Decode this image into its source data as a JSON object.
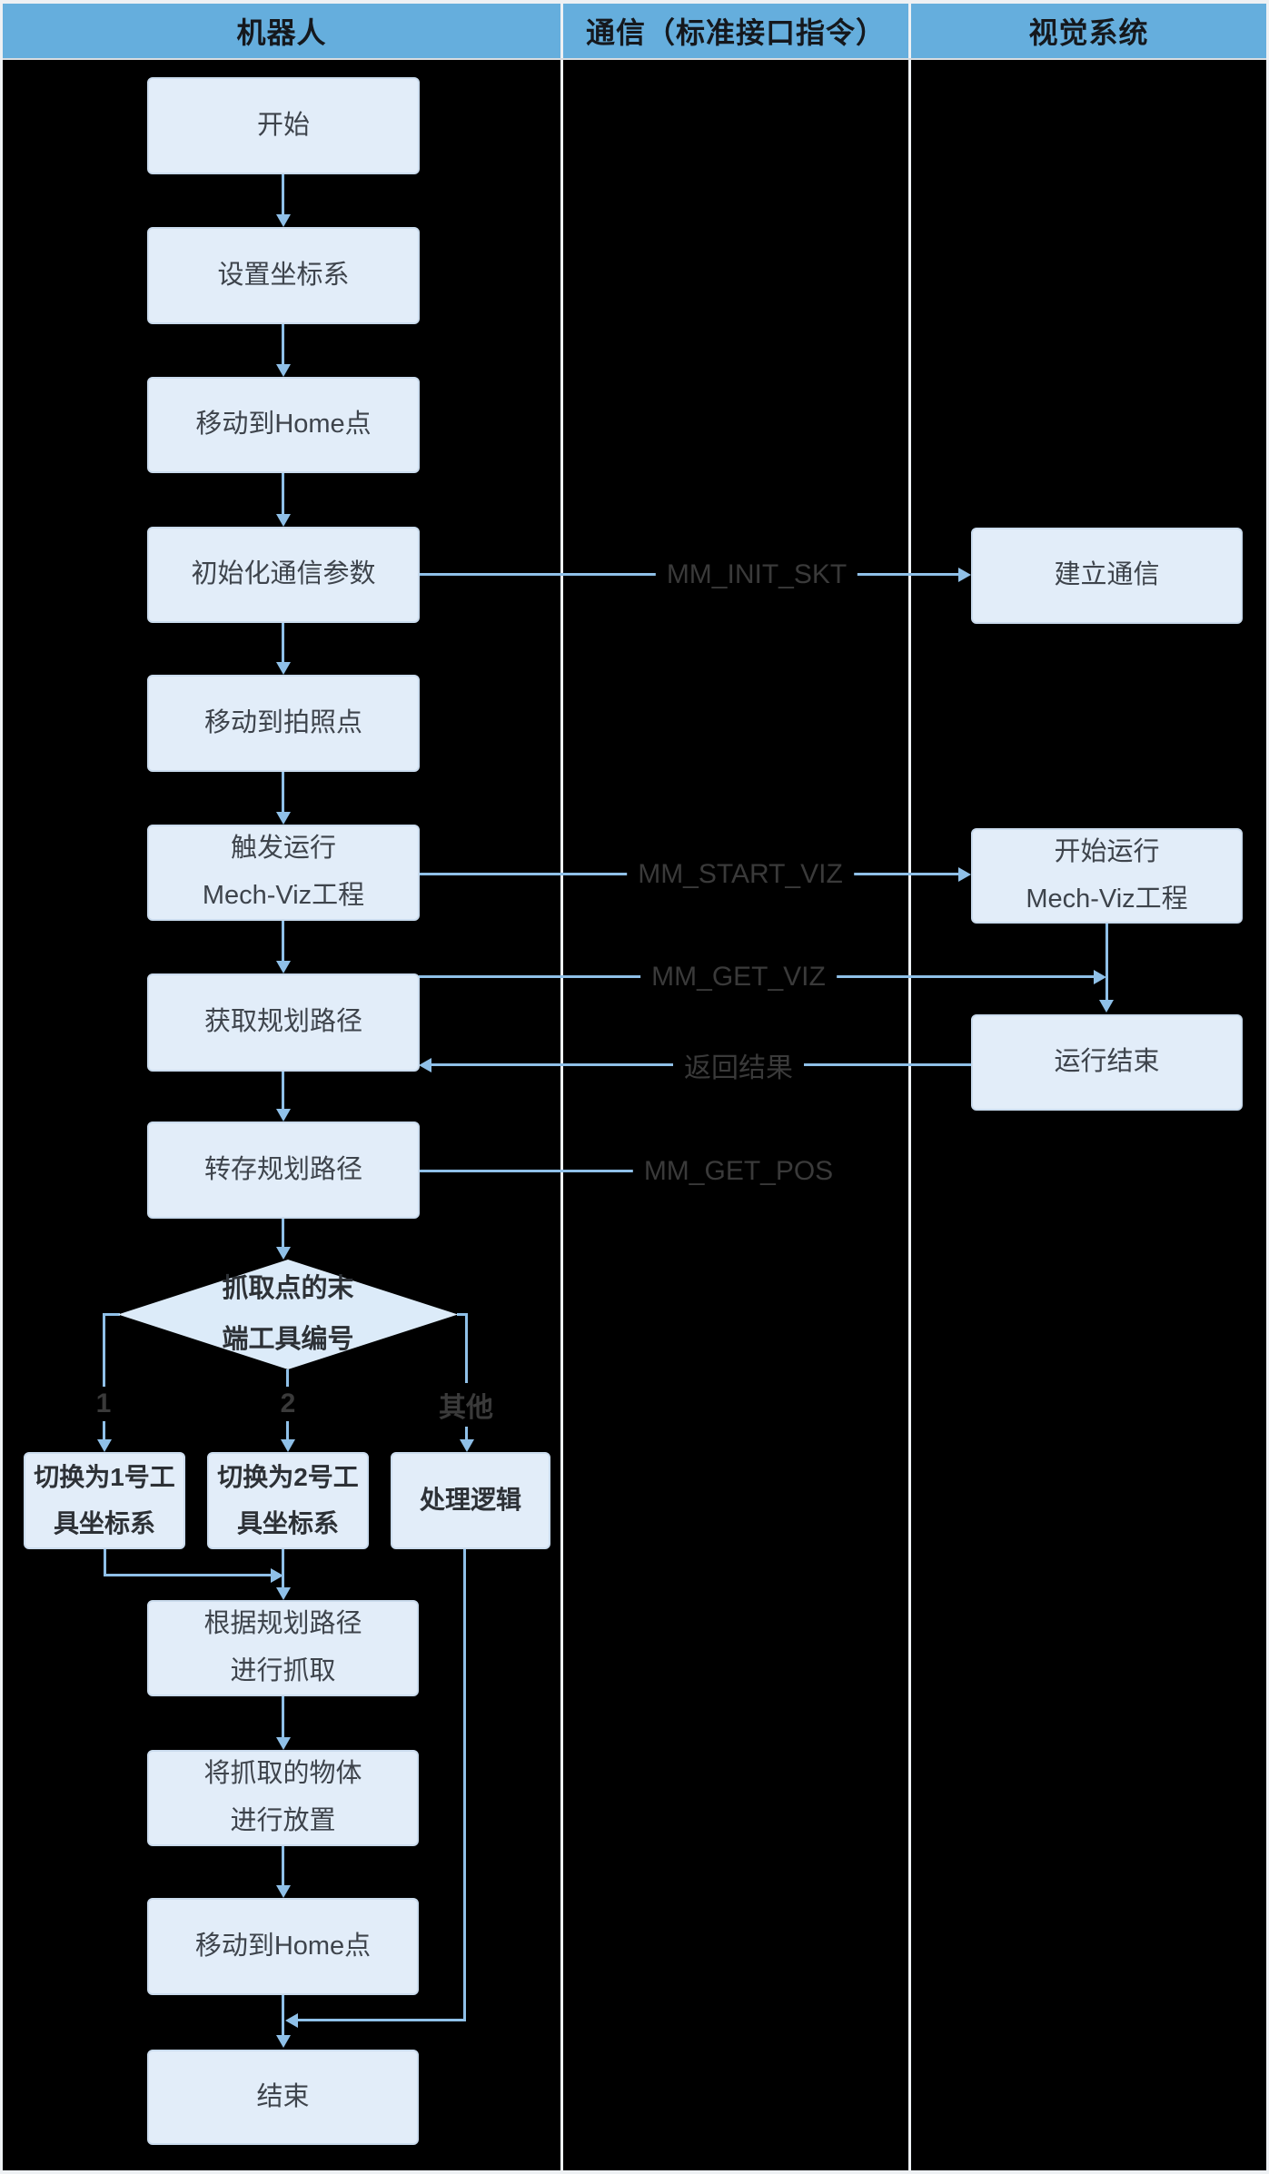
{
  "header": {
    "columns": [
      "机器人",
      "通信（标准接口指令）",
      "视觉系统"
    ]
  },
  "robot": {
    "start": "开始",
    "set_frame": "设置坐标系",
    "move_home_1": "移动到Home点",
    "init_comm": "初始化通信参数",
    "move_photo": "移动到拍照点",
    "trigger_l1": "触发运行",
    "trigger_l2": "Mech-Viz工程",
    "get_path": "获取规划路径",
    "save_path": "转存规划路径",
    "decision_l1": "抓取点的末",
    "decision_l2": "端工具编号",
    "branch_1": "1",
    "branch_2": "2",
    "branch_other": "其他",
    "tool1_l1": "切换为1号工",
    "tool1_l2": "具坐标系",
    "tool2_l1": "切换为2号工",
    "tool2_l2": "具坐标系",
    "handle_logic": "处理逻辑",
    "pick_l1": "根据规划路径",
    "pick_l2": "进行抓取",
    "place_l1": "将抓取的物体",
    "place_l2": "进行放置",
    "move_home_2": "移动到Home点",
    "end": "结束"
  },
  "comm": {
    "init_skt": "MM_INIT_SKT",
    "start_viz": "MM_START_VIZ",
    "get_viz": "MM_GET_VIZ",
    "return_result": "返回结果",
    "get_pos": "MM_GET_POS"
  },
  "vision": {
    "establish": "建立通信",
    "start_l1": "开始运行",
    "start_l2": "Mech-Viz工程",
    "finished": "运行结束"
  },
  "colors": {
    "background": "#000000",
    "header_bg": "#65aedd",
    "box_bg": "#e2edf9",
    "box_border": "#cbdcee",
    "line": "#8fc0e8",
    "lane_divider": "#eef1f4"
  }
}
